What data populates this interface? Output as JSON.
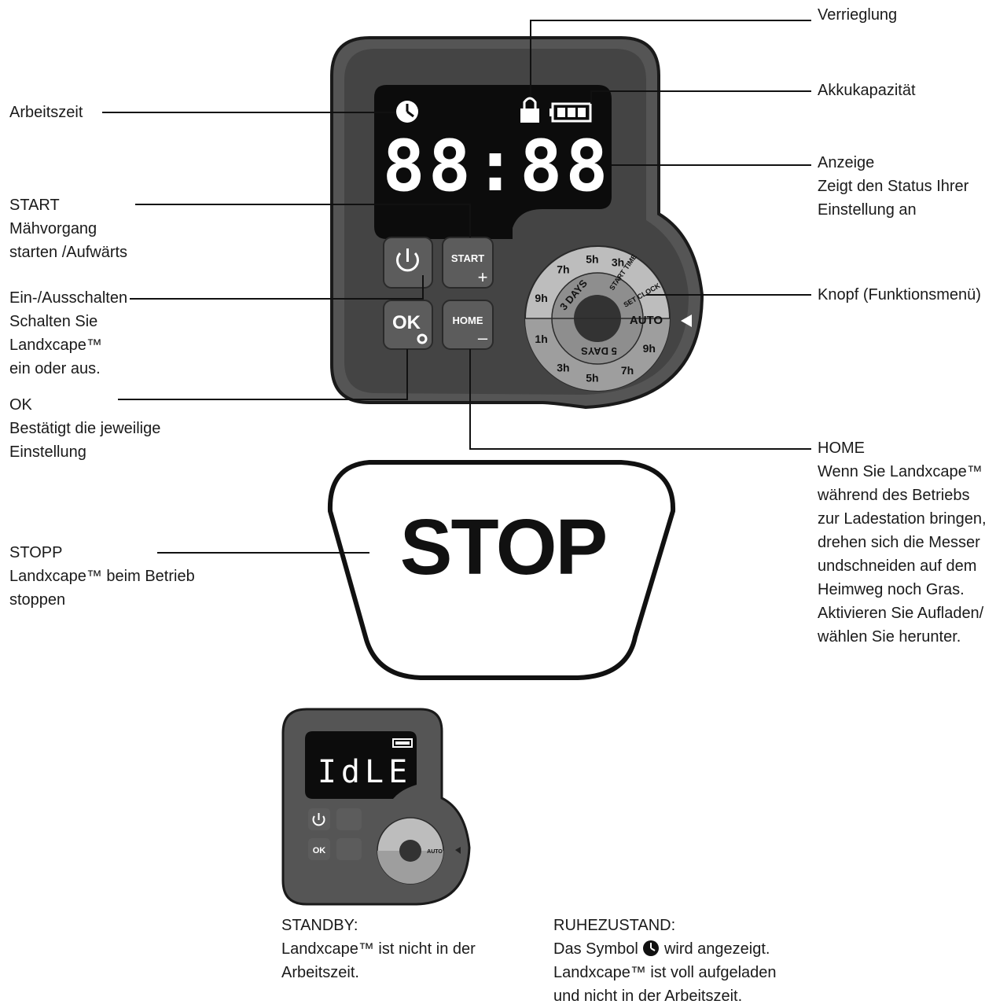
{
  "display": {
    "digits": "88:88",
    "standby_text": "IdLE"
  },
  "buttons": {
    "start": "START",
    "start_symbol": "+",
    "ok": "OK",
    "home": "HOME",
    "home_symbol": "–",
    "stop": "STOP"
  },
  "dial": {
    "auto": "AUTO",
    "set_clock": "SET CLOCK",
    "start_time": "START TIME",
    "three_days": "3 DAYS",
    "five_days": "5 DAYS",
    "hours": [
      "3h",
      "5h",
      "7h",
      "9h",
      "1h",
      "3h",
      "5h",
      "7h",
      "9h"
    ]
  },
  "callouts": {
    "arbeitszeit": "Arbeitszeit",
    "start": [
      "START",
      "Mähvorgang",
      "starten /Aufwärts"
    ],
    "power": [
      "Ein-/Ausschalten",
      "Schalten Sie",
      "Landxcape™",
      "ein oder aus."
    ],
    "ok": [
      "OK",
      "Bestätigt die jeweilige",
      "Einstellung"
    ],
    "stopp": [
      "STOPP",
      "Landxcape™ beim Betrieb",
      "stoppen"
    ],
    "verrieglung": "Verrieglung",
    "akku": "Akkukapazität",
    "anzeige": [
      "Anzeige",
      "Zeigt den Status Ihrer",
      "Einstellung an"
    ],
    "knopf": "Knopf (Funktionsmenü)",
    "home": [
      "HOME",
      "Wenn Sie Landxcape™",
      "während des Betriebs",
      "zur Ladestation bringen,",
      "drehen sich die Messer",
      "undschneiden auf dem",
      "Heimweg noch Gras.",
      "Aktivieren Sie Aufladen/",
      "wählen Sie herunter."
    ]
  },
  "standby": {
    "title": "STANDBY:",
    "line1": "Landxcape™ ist nicht in der",
    "line2": "Arbeitszeit."
  },
  "ruhe": {
    "title": "RUHEZUSTAND:",
    "line1_a": "Das Symbol",
    "line1_b": "wird angezeigt.",
    "line2": "Landxcape™ ist voll aufgeladen",
    "line3": "und nicht in der Arbeitszeit."
  }
}
